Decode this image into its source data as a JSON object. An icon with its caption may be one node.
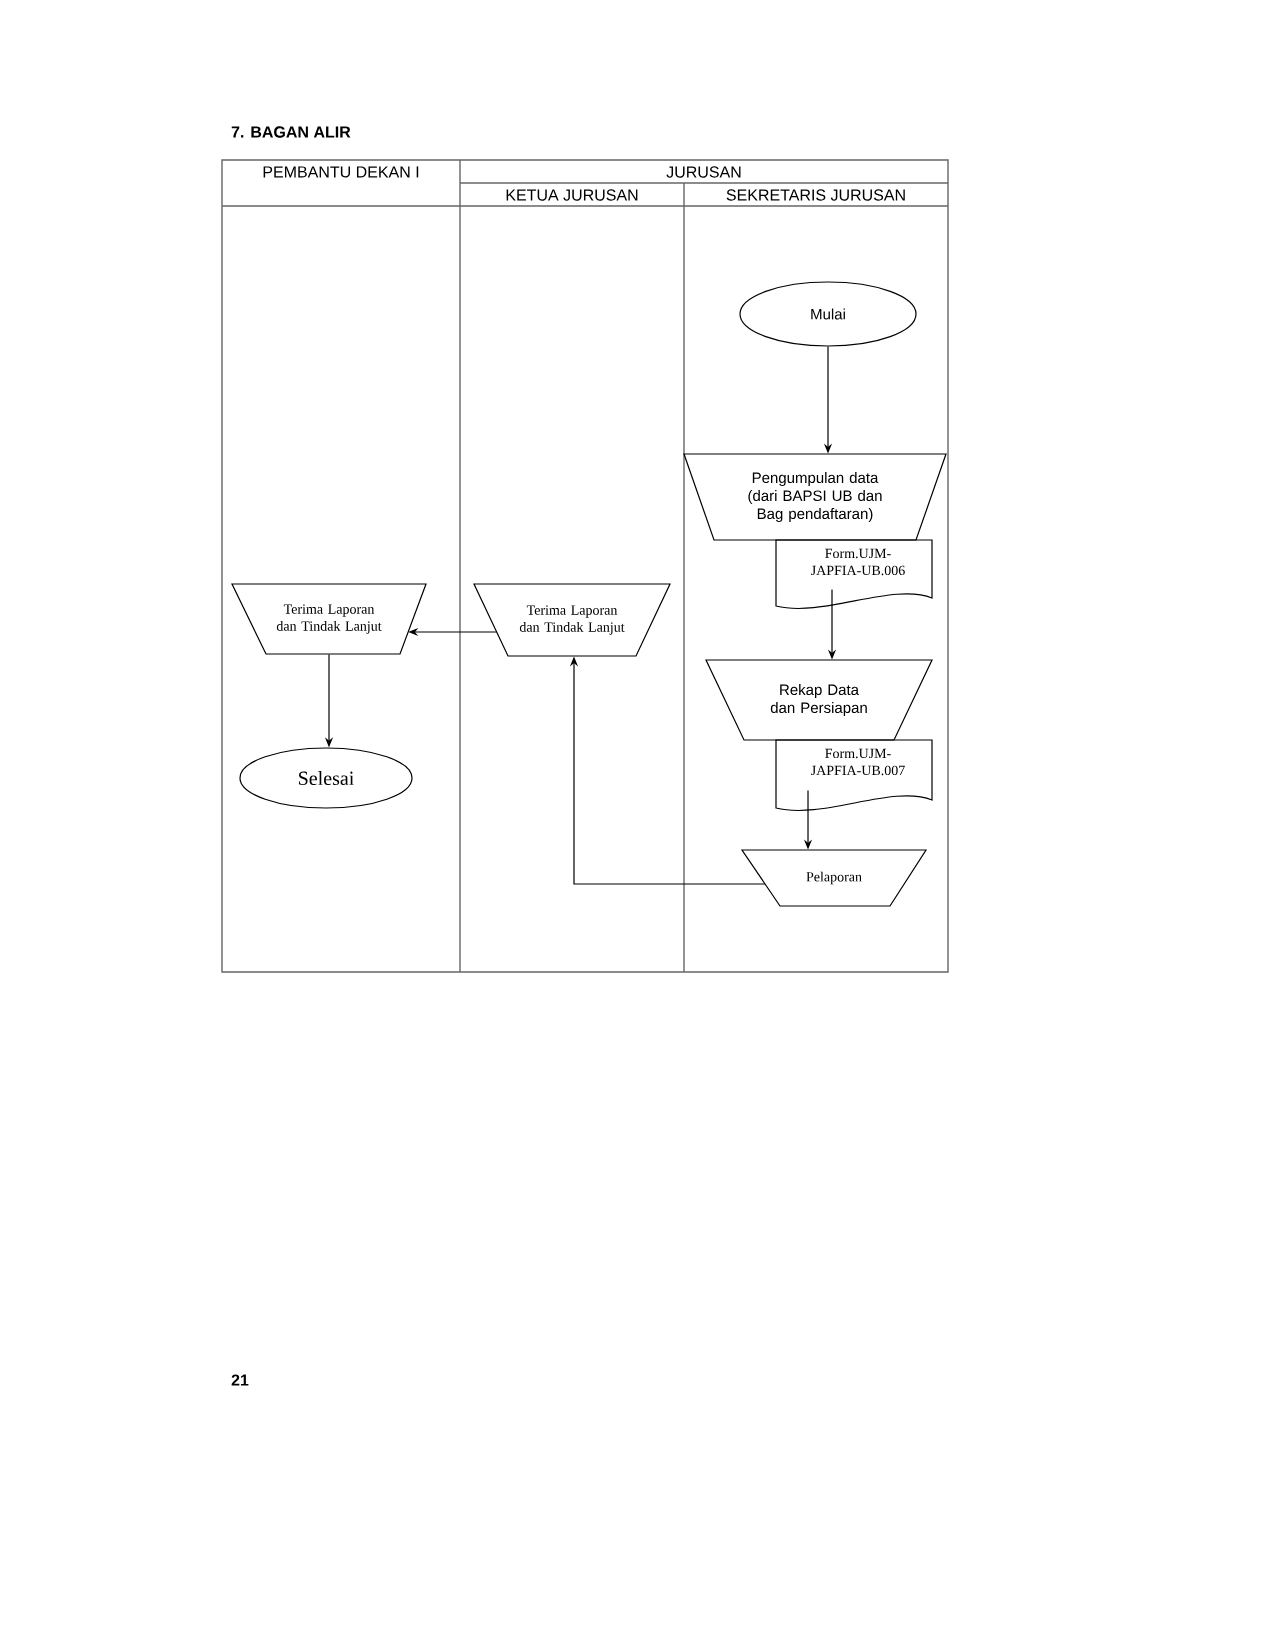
{
  "diagram": {
    "title": "7. BAGAN ALIR",
    "nodes": [
      {
        "text": [
          "Mulai"
        ]
      },
      {
        "text": [
          "Pengumpulan data (dari BAPSI UB dan Bag pendaftaran)"
        ]
      },
      {
        "text": [
          "Form.UJM-JAPFIA-UB.006"
        ]
      },
      {
        "text": [
          "Rekap Data dan Persiapan"
        ]
      },
      {
        "text": [
          "Form.UJM-JAPFIA-UB.007"
        ]
      },
      {
        "text": [
          "Pelaporan"
        ]
      },
      {
        "text": [
          "Terima Laporan dan Tindak Lanjut"
        ]
      },
      {
        "text": [
          "Terima Laporan dan Tindak Lanjut"
        ]
      },
      {
        "text": [
          "Selesai"
        ]
      }
    ],
    "edges": [
      {
        "from": 0,
        "to": 1,
        "arrow": "to"
      },
      {
        "from": 2,
        "to": 3,
        "arrow": "to"
      },
      {
        "from": 4,
        "to": 5,
        "arrow": "to"
      },
      {
        "from": 5,
        "to": 6,
        "arrow": "to"
      },
      {
        "from": 6,
        "to": 7,
        "arrow": "to"
      },
      {
        "from": 7,
        "to": 8,
        "arrow": "to"
      }
    ],
    "labels": [
      "PEMBANTU DEKAN I",
      "JURUSAN",
      "KETUA JURUSAN",
      "SEKRETARIS JURUSAN",
      "21"
    ]
  }
}
